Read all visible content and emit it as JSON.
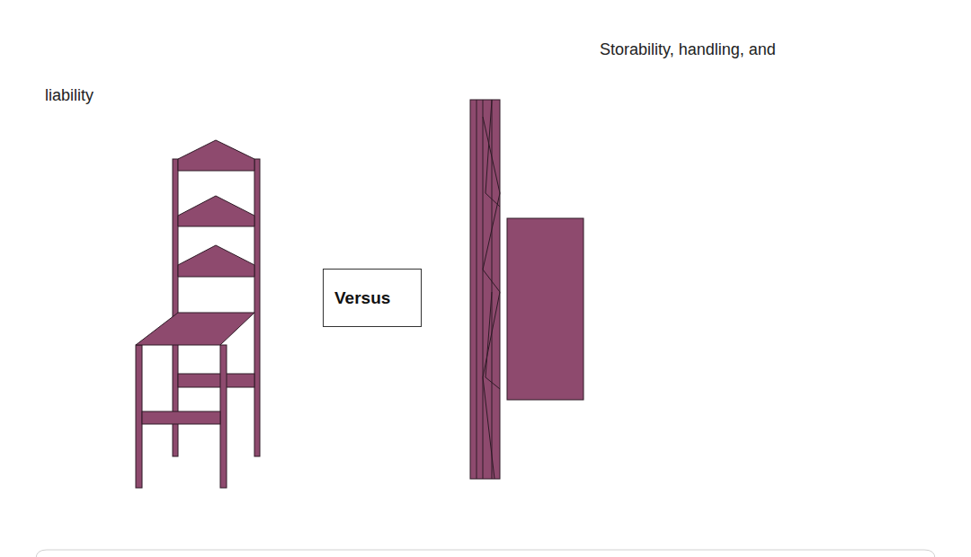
{
  "diagram": {
    "nodes": [
      {
        "text": [
          "Versus"
        ]
      }
    ],
    "labels": [
      "Storability, handling, and",
      "liability"
    ]
  }
}
